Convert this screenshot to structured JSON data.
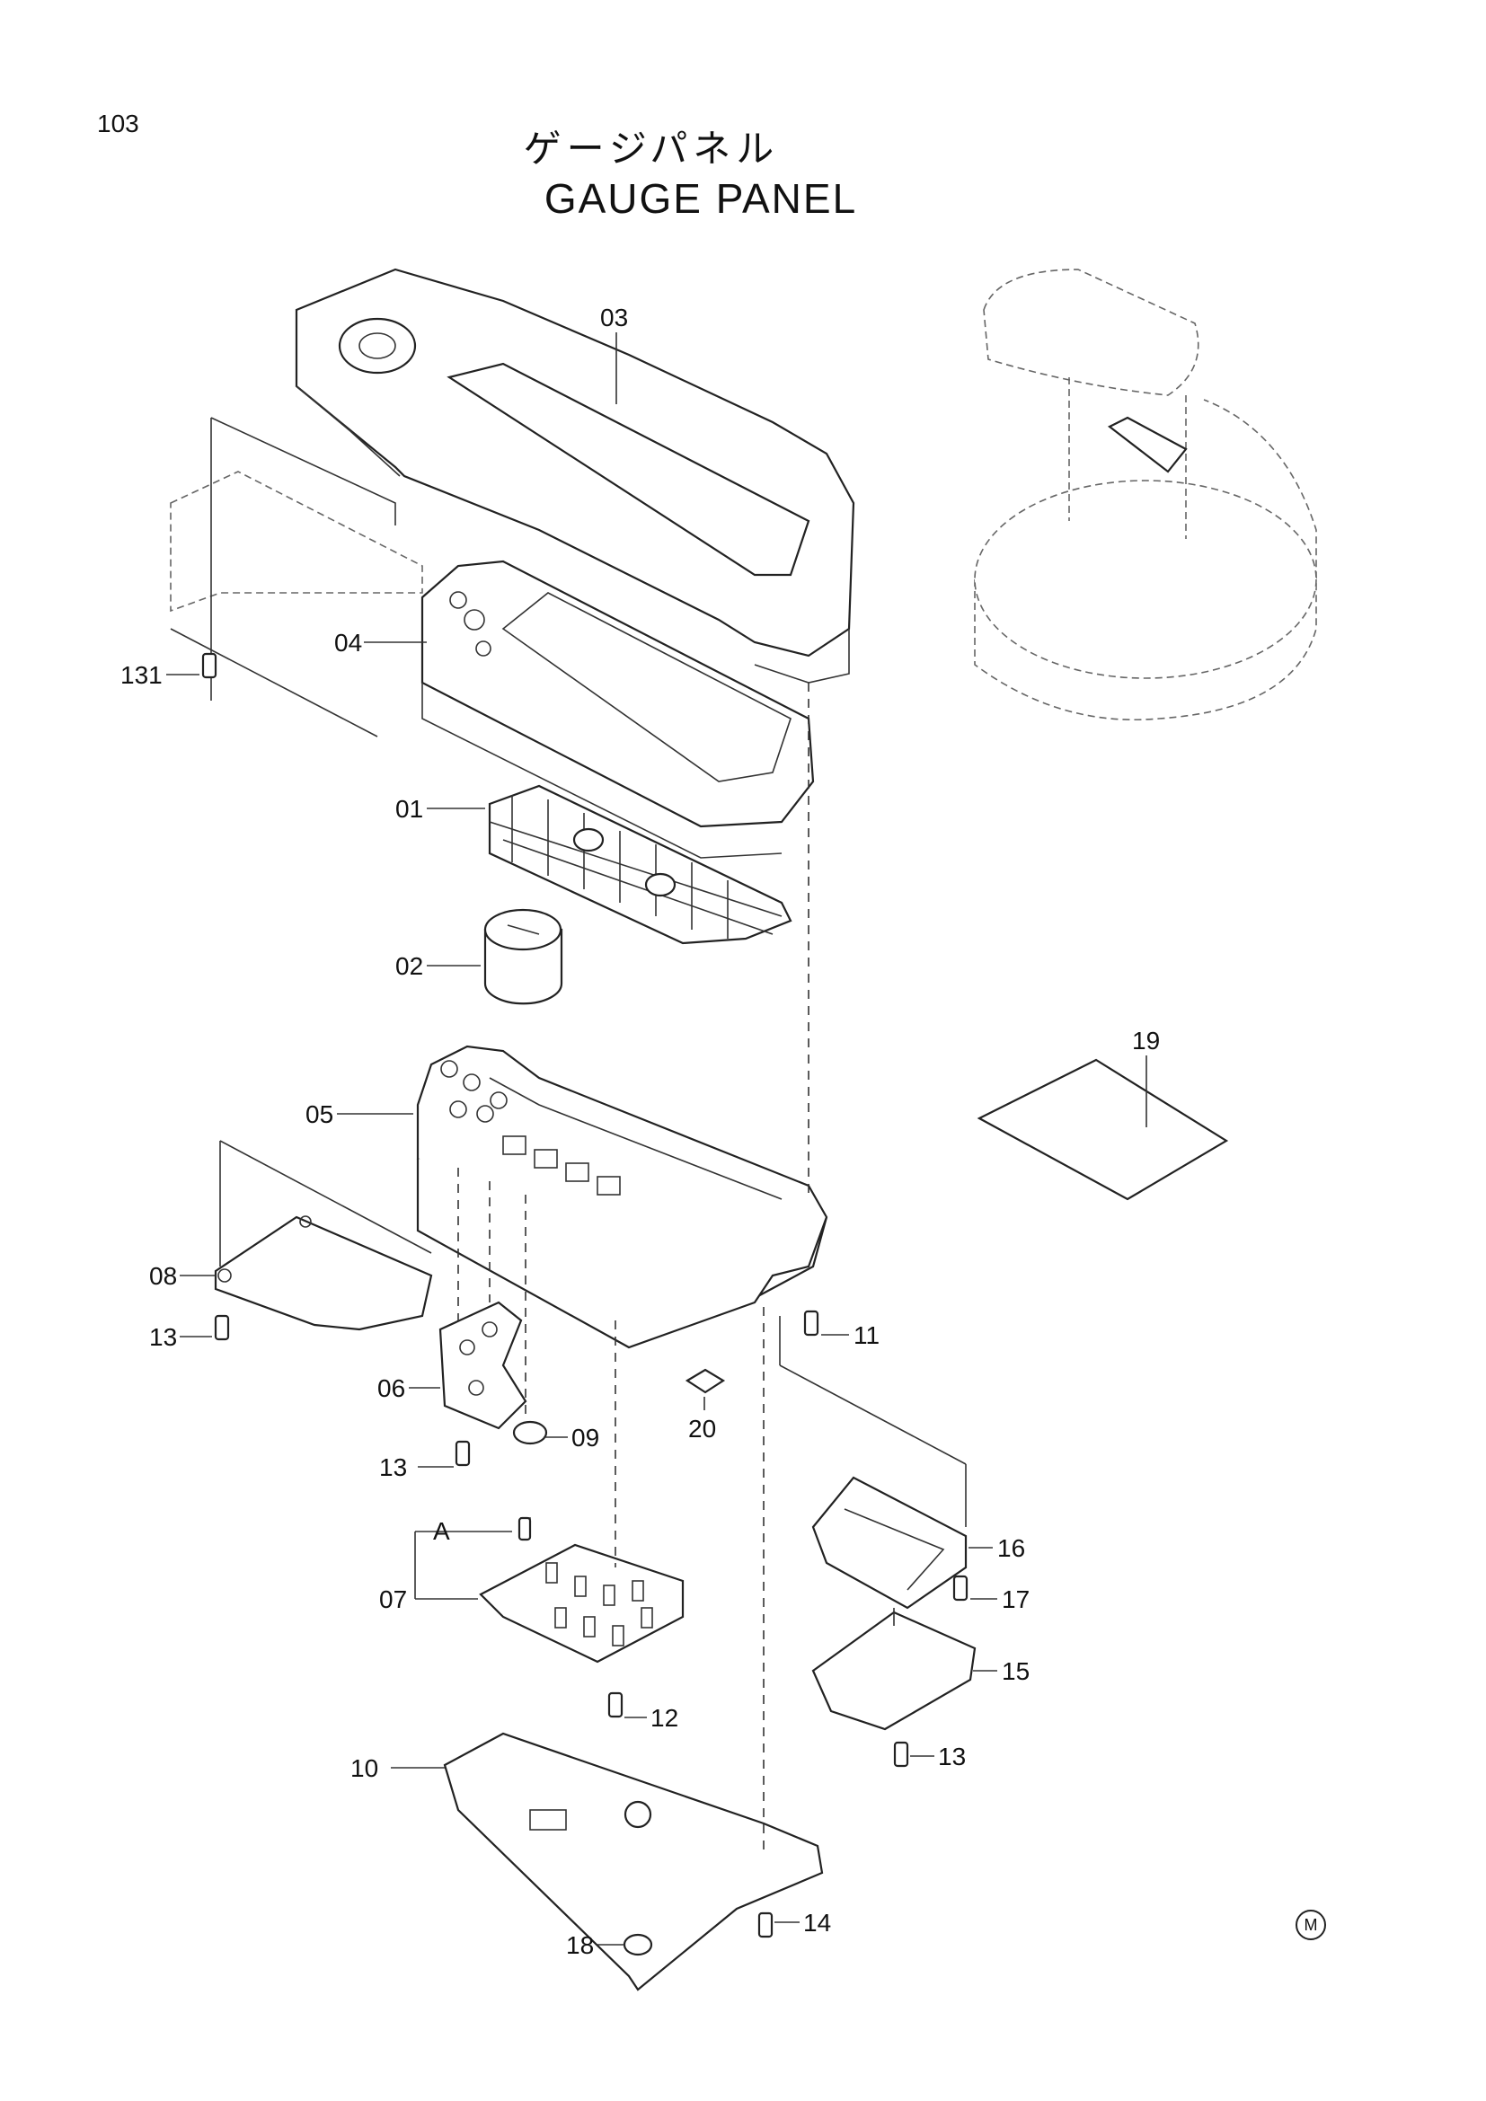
{
  "page_number": "103",
  "title_japanese": "ゲージパネル",
  "title_english": "GAUGE PANEL",
  "corner_mark": "M",
  "callouts": [
    {
      "id": "c03",
      "text": "03"
    },
    {
      "id": "c131",
      "text": "131"
    },
    {
      "id": "c04",
      "text": "04"
    },
    {
      "id": "c01",
      "text": "01"
    },
    {
      "id": "c02",
      "text": "02"
    },
    {
      "id": "c19",
      "text": "19"
    },
    {
      "id": "c05",
      "text": "05"
    },
    {
      "id": "c08",
      "text": "08"
    },
    {
      "id": "c13a",
      "text": "13"
    },
    {
      "id": "c11",
      "text": "11"
    },
    {
      "id": "c06",
      "text": "06"
    },
    {
      "id": "c20",
      "text": "20"
    },
    {
      "id": "c09",
      "text": "09"
    },
    {
      "id": "c13b",
      "text": "13"
    },
    {
      "id": "cA",
      "text": "A"
    },
    {
      "id": "c16",
      "text": "16"
    },
    {
      "id": "c07",
      "text": "07"
    },
    {
      "id": "c17",
      "text": "17"
    },
    {
      "id": "c15",
      "text": "15"
    },
    {
      "id": "c12",
      "text": "12"
    },
    {
      "id": "c13c",
      "text": "13"
    },
    {
      "id": "c10",
      "text": "10"
    },
    {
      "id": "c14",
      "text": "14"
    },
    {
      "id": "c18",
      "text": "18"
    }
  ]
}
